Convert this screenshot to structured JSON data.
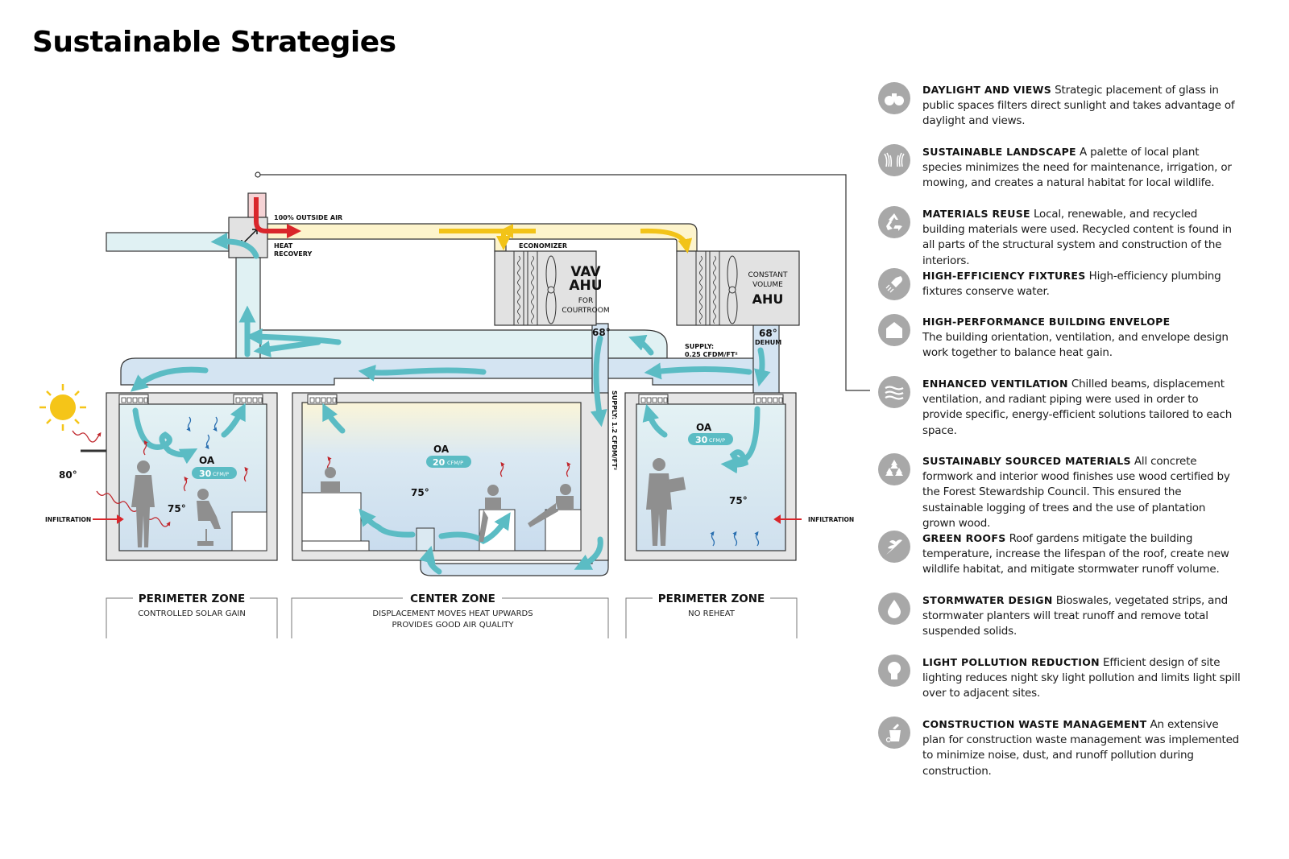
{
  "title": "Sustainable Strategies",
  "diagram": {
    "labels": {
      "outside_air": "100% OUTSIDE AIR",
      "heat_recovery_1": "HEAT",
      "heat_recovery_2": "RECOVERY",
      "economizer": "ECONOMIZER",
      "vav_1": "VAV",
      "vav_2": "AHU",
      "vav_for": "FOR",
      "vav_courtroom": "COURTROOM",
      "cv_1": "CONSTANT",
      "cv_2": "VOLUME",
      "cv_3": "AHU",
      "temp_vav": "68°",
      "temp_cv": "68°",
      "dehum": "DEHUM",
      "supply_025_1": "SUPPLY:",
      "supply_025_2": "0.25 CFDM/FT²",
      "supply_12": "SUPPLY: 1.2 CFDM/FT²",
      "outdoor_temp": "80°",
      "infiltration_left": "INFILTRATION",
      "infiltration_right": "INFILTRATION"
    },
    "rooms": [
      {
        "oa_label": "OA",
        "oa_value": "30",
        "oa_unit": "CFM/P",
        "temp": "75°"
      },
      {
        "oa_label": "OA",
        "oa_value": "20",
        "oa_unit": "CFM/P",
        "temp": "75°"
      },
      {
        "oa_label": "OA",
        "oa_value": "30",
        "oa_unit": "CFM/P",
        "temp": "75°"
      }
    ],
    "zones": [
      {
        "title": "PERIMETER ZONE",
        "lines": [
          "CONTROLLED SOLAR GAIN"
        ]
      },
      {
        "title": "CENTER ZONE",
        "lines": [
          "DISPLACEMENT MOVES HEAT UPWARDS",
          "PROVIDES GOOD AIR QUALITY"
        ]
      },
      {
        "title": "PERIMETER ZONE",
        "lines": [
          "NO REHEAT"
        ]
      }
    ],
    "colors": {
      "supply_air": "#5bbcc4",
      "duct_fill": "#d7e8f4",
      "outside_air": "#d9262b",
      "economizer_air": "#f2c318",
      "sun": "#f5c518",
      "heat": "#c0272d",
      "cool": "#2a6fb0"
    }
  },
  "strategies": [
    {
      "icon": "binoculars-icon",
      "heading": "DAYLIGHT AND VIEWS",
      "text": "Strategic placement of glass in public spaces filters direct sunlight and takes advantage of daylight and views."
    },
    {
      "icon": "grass-icon",
      "heading": "SUSTAINABLE LANDSCAPE",
      "text": "A palette of local plant species minimizes the need for maintenance, irrigation, or mowing, and creates a natural habitat for local wildlife."
    },
    {
      "icon": "recycle-icon",
      "heading": "MATERIALS REUSE",
      "text": "Local, renewable, and recycled building materials were used. Recycled content is found in all parts of the structural system and construction of the interiors."
    },
    {
      "icon": "shower-icon",
      "heading": "HIGH-EFFICIENCY FIXTURES",
      "text": "High-efficiency plumbing fixtures conserve water."
    },
    {
      "icon": "house-icon",
      "heading": "HIGH-PERFORMANCE BUILDING ENVELOPE",
      "text": "The building orientation, ventilation, and envelope design work together to balance heat gain."
    },
    {
      "icon": "air-waves-icon",
      "heading": "ENHANCED VENTILATION",
      "text": "Chilled beams, displacement ventilation, and radiant piping were used in order to provide specific, energy-efficient solutions tailored to each space."
    },
    {
      "icon": "trees-icon",
      "heading": "SUSTAINABLY SOURCED MATERIALS",
      "text": "All concrete formwork and interior wood finishes use wood certified by the Forest Stewardship Council. This ensured the sustainable logging of trees and the use of plantation grown wood."
    },
    {
      "icon": "leaf-icon",
      "heading": "GREEN ROOFS",
      "text": "Roof gardens mitigate the building temperature, increase the lifespan of the roof, create new wildlife habitat, and mitigate stormwater runoff volume."
    },
    {
      "icon": "water-drop-icon",
      "heading": "STORMWATER DESIGN",
      "text": "Bioswales, vegetated strips, and stormwater planters will treat runoff and remove total suspended solids."
    },
    {
      "icon": "light-bulb-icon",
      "heading": "LIGHT POLLUTION REDUCTION",
      "text": "Efficient design of site lighting reduces night sky light pollution and limits light spill over to adjacent sites."
    },
    {
      "icon": "waste-bin-icon",
      "heading": "CONSTRUCTION WASTE MANAGEMENT",
      "text": "An extensive plan for construction waste management was implemented to minimize noise, dust, and runoff pollution during construction."
    }
  ]
}
